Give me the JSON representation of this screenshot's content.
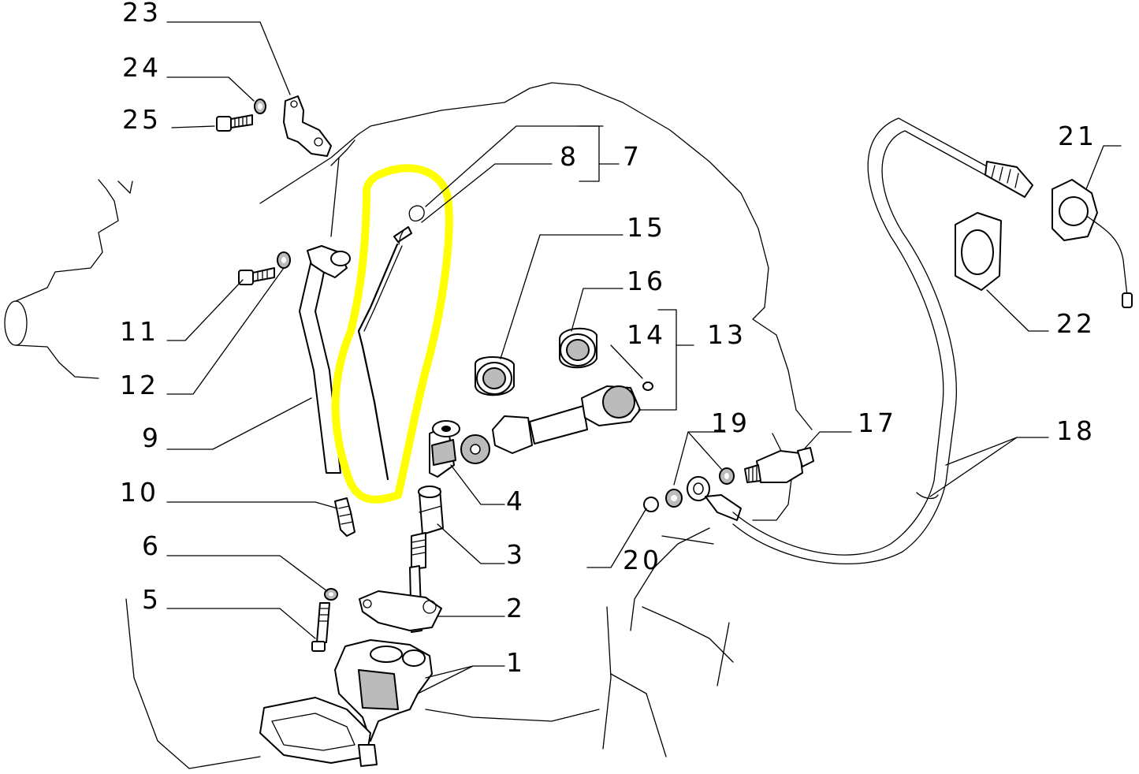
{
  "highlight": {
    "color": "#ffff00",
    "target_part": "8"
  },
  "callouts": [
    {
      "id": "c1",
      "text": "1"
    },
    {
      "id": "c2",
      "text": "2"
    },
    {
      "id": "c3",
      "text": "3"
    },
    {
      "id": "c4",
      "text": "4"
    },
    {
      "id": "c5",
      "text": "5"
    },
    {
      "id": "c6",
      "text": "6"
    },
    {
      "id": "c7",
      "text": "7"
    },
    {
      "id": "c8",
      "text": "8"
    },
    {
      "id": "c9",
      "text": "9"
    },
    {
      "id": "c10",
      "text": "10"
    },
    {
      "id": "c11",
      "text": "11"
    },
    {
      "id": "c12",
      "text": "12"
    },
    {
      "id": "c13",
      "text": "13"
    },
    {
      "id": "c14",
      "text": "14"
    },
    {
      "id": "c15",
      "text": "15"
    },
    {
      "id": "c16",
      "text": "16"
    },
    {
      "id": "c17",
      "text": "17"
    },
    {
      "id": "c18",
      "text": "18"
    },
    {
      "id": "c19",
      "text": "19"
    },
    {
      "id": "c20",
      "text": "20"
    },
    {
      "id": "c21",
      "text": "21"
    },
    {
      "id": "c22",
      "text": "22"
    },
    {
      "id": "c23",
      "text": "23"
    },
    {
      "id": "c24",
      "text": "24"
    },
    {
      "id": "c25",
      "text": "25"
    }
  ]
}
